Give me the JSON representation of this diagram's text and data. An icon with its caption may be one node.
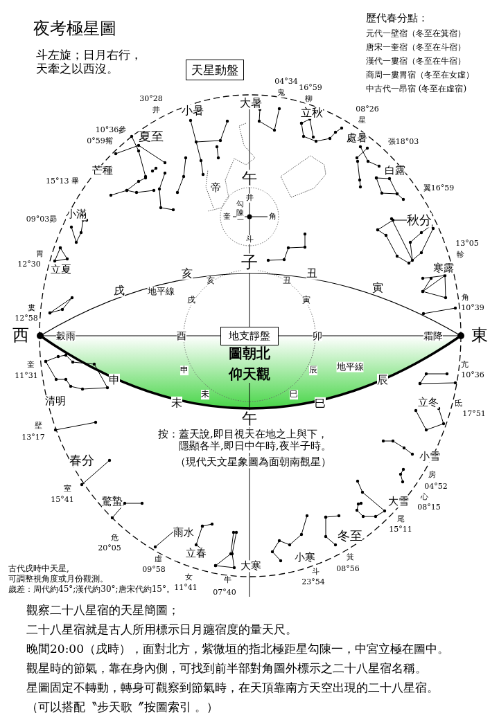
{
  "diagram": {
    "title": "夜考極星圖",
    "nodes": [
      {
        "text": [
          "天星動盤"
        ]
      },
      {
        "text": [
          "地支靜盤"
        ]
      }
    ],
    "labels": [
      "斗左旋；日月右行，天牽之以西沒。",
      "歷代春分點：",
      "元代一壁宿（冬至在箕宿）",
      "唐宋一奎宿（冬至在斗宿）",
      "漢代一婁宿（冬至在牛宿）",
      "商周一婁胃宿（冬至在女虛）",
      "中古代一昂宿 (冬至在虛宿)",
      "04°34",
      "16°59",
      "鬼",
      "30°28",
      "大暑",
      "柳",
      "井",
      "小暑",
      "立秋",
      "08°26",
      "星",
      "10°36參",
      "0°59觜",
      "夏至",
      "處暑",
      "張18°03",
      "芒種",
      "白露",
      "15°13 畢",
      "午",
      "帝",
      "翼16°59",
      "井",
      "09°03昴",
      "小滿",
      "奎",
      "勾陳",
      "一",
      "角",
      "秋分",
      "斗",
      "13°05",
      "胃",
      "軫",
      "12°30",
      "立夏",
      "子",
      "寒露",
      "亥",
      "丑",
      "亥",
      "丑",
      "戌",
      "地平線",
      "寅",
      "戌",
      "寅",
      "角",
      "婁",
      "10°39",
      "12°58",
      "西",
      "穀雨",
      "酉",
      "卯",
      "霜降",
      "東",
      "圖朝北",
      "奎",
      "申",
      "仰天觀",
      "辰",
      "地平線",
      "亢",
      "11°31",
      "10°36",
      "申",
      "辰",
      "未",
      "巳",
      "清明",
      "未",
      "巳",
      "立冬",
      "氐",
      "午",
      "17°51",
      "壁",
      "13°17",
      "按：蓋天說,即目視天在地之上與下，隱顯各半,即日中午時,夜半子時。",
      "春分",
      "（現代天文星象圖為面朝南觀星）",
      "小雪",
      "房",
      "室",
      "04°52",
      "15°41",
      "驚蟄",
      "大雪",
      "心",
      "08°15",
      "尾",
      "危",
      "雨水",
      "冬至",
      "15°11",
      "20°05",
      "虛",
      "立春",
      "小寒",
      "箕",
      "古代戌時中天星,",
      "09°58",
      "大寒",
      "斗",
      "08°56",
      "可調整視角度或月份觀測。",
      "女",
      "牛",
      "23°54",
      "歲差：周代約45°;漢代約30°;唐宋代約15°。",
      "11°41",
      "07°40",
      "觀察二十八星宿的天星簡圖；",
      "二十八星宿就是古人所用標示日月躔宿度的量天尺。",
      "晚間20:00（戌時），面對北方，紫微垣的指北極距星勾陳一，中宮立極在圖中。",
      "觀星時的節氣，靠在身內側，可找到前半部對角圖外標示之二十八星宿名稱。",
      "星圖固定不轉動，轉身可觀察到節氣時，在天頂靠南方天空出現的二十八星宿。",
      "（可以搭配〝步天歌〞按圖索引 。）"
    ]
  }
}
